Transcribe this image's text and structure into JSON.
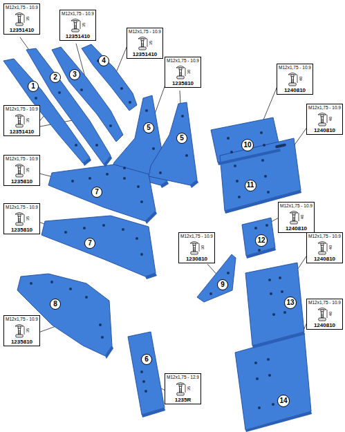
{
  "diagram": {
    "nodes": [
      {
        "text": [
          "M12x1,75 - 10.9",
          "35",
          "12351410"
        ]
      },
      {
        "text": [
          "M12x1,75 - 10.9",
          "35",
          "12351410"
        ]
      },
      {
        "text": [
          "M12x1,75 - 10.9",
          "35",
          "12351410"
        ]
      },
      {
        "text": [
          "M12x1,75 - 10.9",
          "30",
          "1235810"
        ]
      },
      {
        "text": [
          "M12x1,75 - 10.9",
          "35",
          "12351410"
        ]
      },
      {
        "text": [
          "M12x1,75 - 10.9",
          "35",
          "1235810"
        ]
      },
      {
        "text": [
          "M12x1,75 - 10.9",
          "35",
          "1235810"
        ]
      },
      {
        "text": [
          "M12x1,75 - 10.9",
          "35",
          "1235810"
        ]
      },
      {
        "text": [
          "M12x1,75 - 10.9",
          "40",
          "1240810"
        ]
      },
      {
        "text": [
          "M12x1,75 - 10.9",
          "40",
          "1240810"
        ]
      },
      {
        "text": [
          "M12x1,75 - 10.9",
          "40",
          "1240810"
        ]
      },
      {
        "text": [
          "M12x1,75 - 10.9",
          "30",
          "1230810"
        ]
      },
      {
        "text": [
          "M12x1,75 - 10.9",
          "40",
          "1240810"
        ]
      },
      {
        "text": [
          "M12x1,75 - 10.9",
          "40",
          "1240810"
        ]
      },
      {
        "text": [
          "M12x1,75 - 12.9",
          "35",
          "1235R"
        ]
      },
      {
        "text": [
          "1"
        ]
      },
      {
        "text": [
          "2"
        ]
      },
      {
        "text": [
          "3"
        ]
      },
      {
        "text": [
          "4"
        ]
      },
      {
        "text": [
          "5"
        ]
      },
      {
        "text": [
          "5"
        ]
      },
      {
        "text": [
          "7"
        ]
      },
      {
        "text": [
          "7"
        ]
      },
      {
        "text": [
          "8"
        ]
      },
      {
        "text": [
          "6"
        ]
      },
      {
        "text": [
          "9"
        ]
      },
      {
        "text": [
          "10"
        ]
      },
      {
        "text": [
          "11"
        ]
      },
      {
        "text": [
          "12"
        ]
      },
      {
        "text": [
          "13"
        ]
      },
      {
        "text": [
          "14"
        ]
      }
    ]
  }
}
